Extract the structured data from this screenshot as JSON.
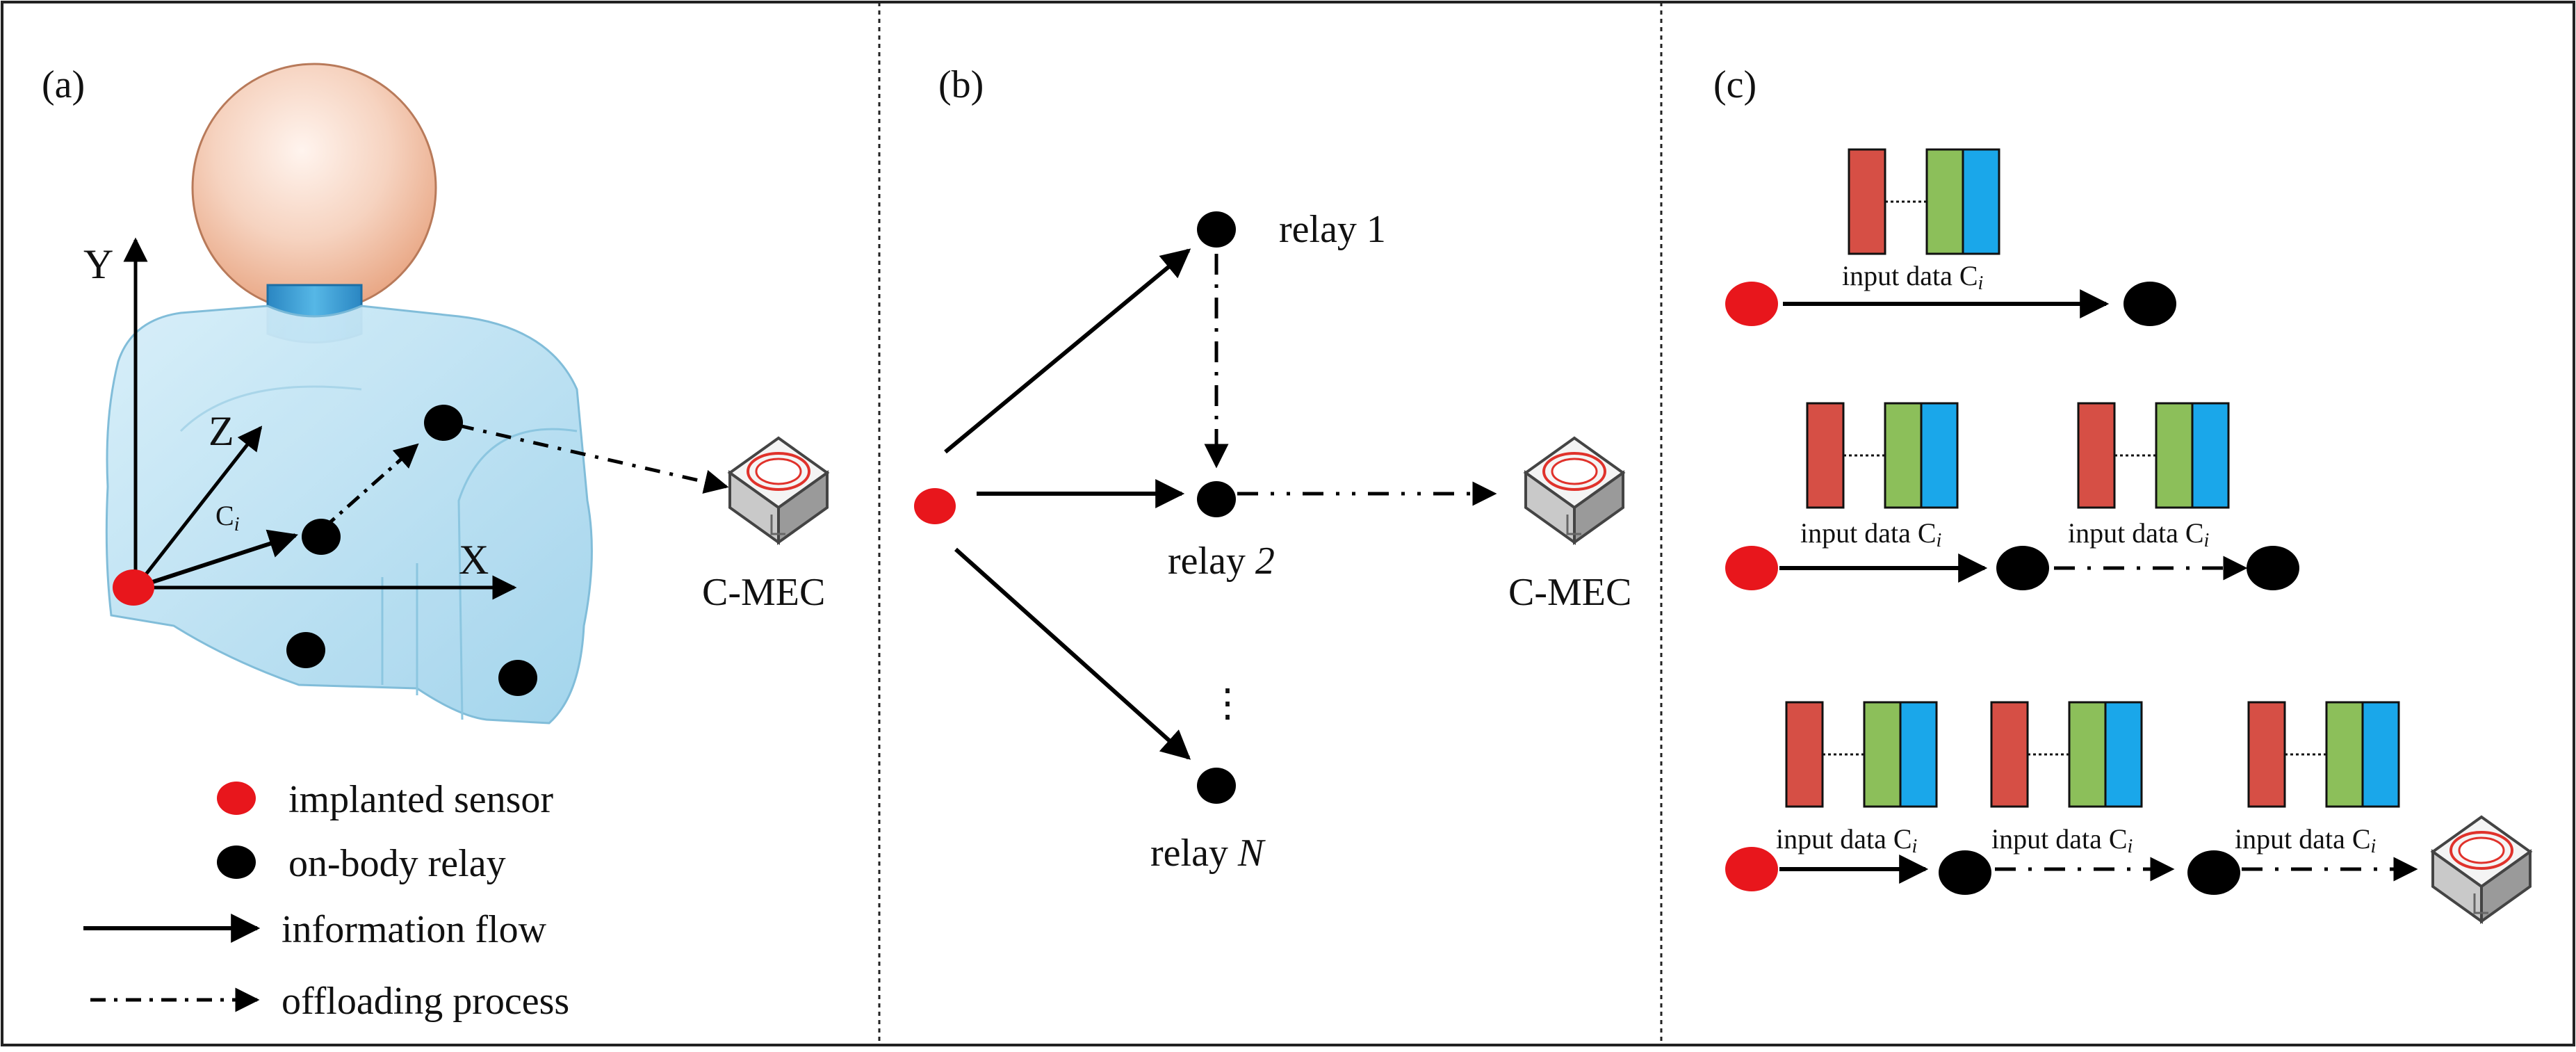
{
  "panels": {
    "a": {
      "label": "(a)",
      "axis_y": "Y",
      "axis_z": "Z",
      "axis_x": "X",
      "ci_label": "C",
      "ci_sub": "i",
      "cmec_label": "C-MEC",
      "legend": {
        "sensor": "implanted sensor",
        "relay": "on-body relay",
        "info_flow": "information flow",
        "offload": "offloading process"
      }
    },
    "b": {
      "label": "(b)",
      "relay1": "relay 1",
      "relay2_prefix": "relay ",
      "relay2_num": "2",
      "relayN_prefix": "relay ",
      "relayN_var": "N",
      "ellipsis": "⋮",
      "cmec_label": "C-MEC"
    },
    "c": {
      "label": "(c)",
      "data_label": "input data C",
      "data_sub": "i"
    }
  },
  "colors": {
    "sensor": "#e8161c",
    "relay": "#000000",
    "packet_red": "#d64f45",
    "packet_green": "#8cbf5a",
    "packet_blue": "#1aa7ea",
    "body": "#bfe2f2",
    "head": "#f3c6ad",
    "neck": "#3c9fd4",
    "divider": "#333333"
  },
  "icons": {
    "server": "cmec-server-icon",
    "arrow": "arrowhead-icon"
  }
}
